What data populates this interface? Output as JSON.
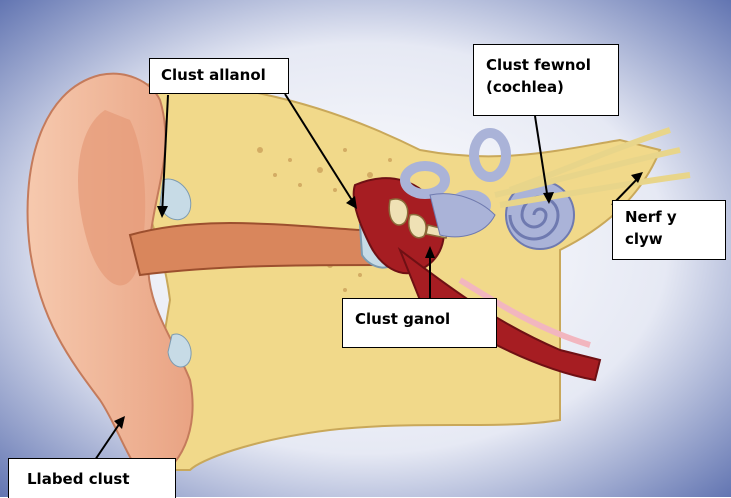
{
  "labels": {
    "outer_ear": "Clust allanol",
    "inner_ear_line1": "Clust fewnol",
    "inner_ear_line2": "(cochlea)",
    "auditory_nerve_line1": "Nerf y",
    "auditory_nerve_line2": "clyw",
    "middle_ear": "Clust ganol",
    "ear_lobe": "Llabed clust"
  },
  "colors": {
    "background_blue": "#4f64a8",
    "bone": "#f1d98a",
    "skin": "#f0b596",
    "canal": "#d9865c",
    "middle_red": "#a61d22",
    "cochlea": "#aab3d8"
  }
}
